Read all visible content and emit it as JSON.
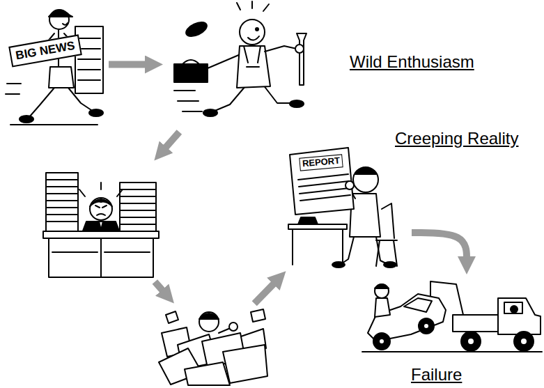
{
  "diagram": {
    "nodes": [
      {
        "text": [
          "BIG NEWS"
        ]
      },
      {
        "text": [
          "Wild Enthusiasm"
        ]
      },
      {
        "text": []
      },
      {
        "text": []
      },
      {
        "text": [
          "REPORT",
          "Creeping Reality"
        ]
      },
      {
        "text": [
          "Failure"
        ]
      }
    ],
    "edges": [
      {
        "from": 0,
        "to": 1,
        "arrow": "to"
      },
      {
        "from": 1,
        "to": 2,
        "arrow": "to"
      },
      {
        "from": 2,
        "to": 3,
        "arrow": "to"
      },
      {
        "from": 3,
        "to": 4,
        "arrow": "to"
      },
      {
        "from": 4,
        "to": 5,
        "arrow": "to"
      }
    ]
  }
}
